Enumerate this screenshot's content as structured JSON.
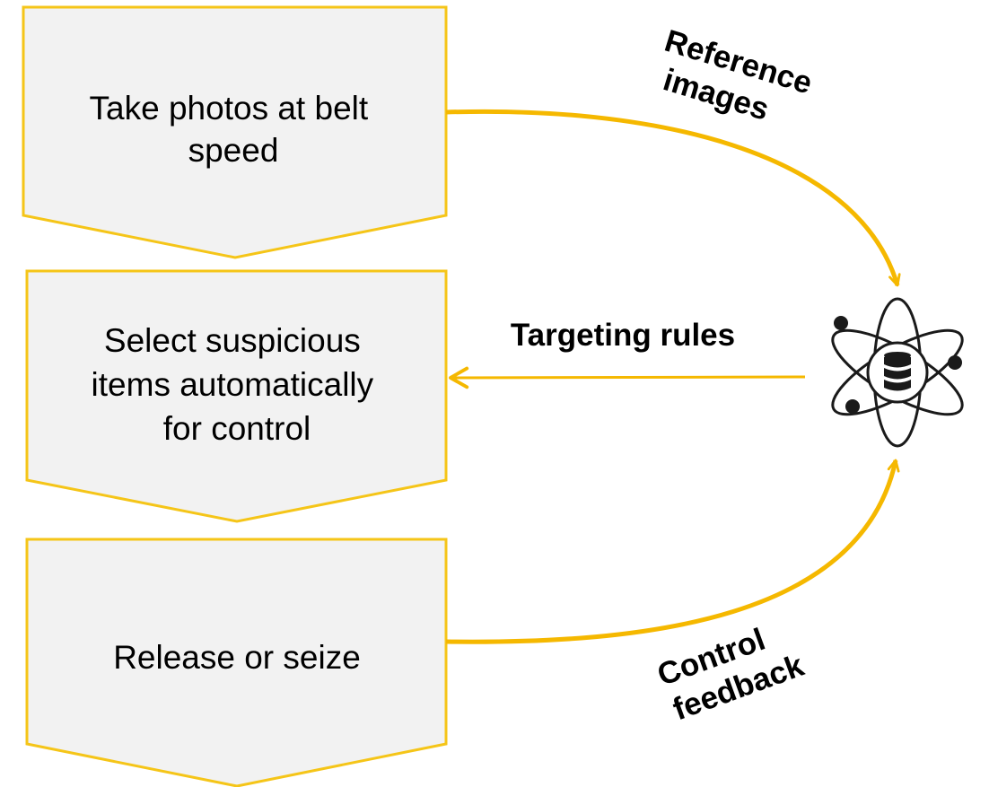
{
  "colors": {
    "box_fill": "#f2f2f2",
    "box_stroke": "#f5c518",
    "arrow": "#f5b800",
    "icon": "#1a1a1a"
  },
  "steps": [
    {
      "lines": [
        "Take photos at belt",
        "speed"
      ]
    },
    {
      "lines": [
        "Select suspicious",
        "items automatically",
        "for control"
      ]
    },
    {
      "lines": [
        "Release or seize"
      ]
    }
  ],
  "edges": {
    "reference": {
      "lines": [
        "Reference",
        "images"
      ]
    },
    "targeting": {
      "label": "Targeting rules"
    },
    "feedback": {
      "lines": [
        "Control",
        "feedback"
      ]
    }
  },
  "hub": {
    "icon": "atom-database-icon"
  }
}
